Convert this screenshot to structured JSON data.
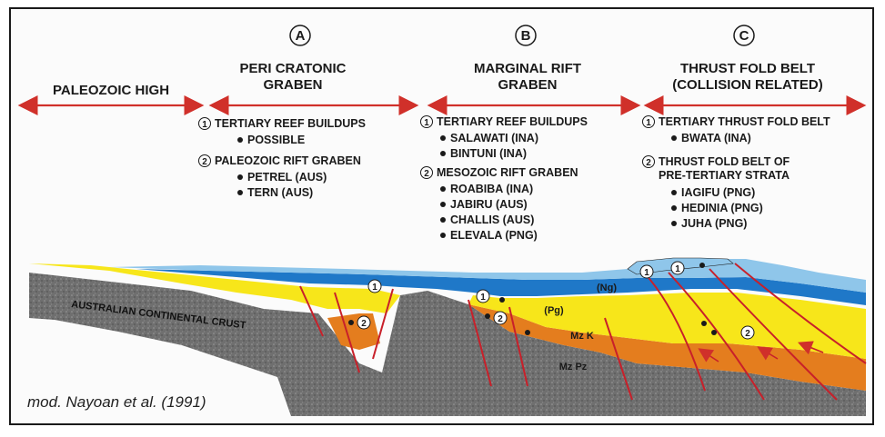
{
  "columns": [
    {
      "letter": "A"
    },
    {
      "letter": "B"
    },
    {
      "letter": "C"
    }
  ],
  "headers": {
    "paleozoic": "PALEOZOIC HIGH",
    "peri_1": "PERI CRATONIC",
    "peri_2": "GRABEN",
    "marginal_1": "MARGINAL RIFT",
    "marginal_2": "GRABEN",
    "thrust_1": "THRUST FOLD BELT",
    "thrust_2": "(COLLISION RELATED)"
  },
  "col_a": {
    "item1_num": "1",
    "item1": "TERTIARY REEF BUILDUPS",
    "item1_sub": [
      "POSSIBLE"
    ],
    "item2_num": "2",
    "item2": "PALEOZOIC RIFT GRABEN",
    "item2_sub": [
      "PETREL (AUS)",
      "TERN (AUS)"
    ]
  },
  "col_b": {
    "item1_num": "1",
    "item1": "TERTIARY REEF BUILDUPS",
    "item1_sub": [
      "SALAWATI (INA)",
      "BINTUNI (INA)"
    ],
    "item2_num": "2",
    "item2": "MESOZOIC RIFT GRABEN",
    "item2_sub": [
      "ROABIBA (INA)",
      "JABIRU (AUS)",
      "CHALLIS (AUS)",
      "ELEVALA (PNG)"
    ]
  },
  "col_c": {
    "item1_num": "1",
    "item1": "TERTIARY THRUST FOLD BELT",
    "item1_sub": [
      "BWATA (INA)"
    ],
    "item2_num": "2",
    "item2_line1": "THRUST FOLD BELT OF",
    "item2_line2": "PRE-TERTIARY STRATA",
    "item2_sub": [
      "IAGIFU (PNG)",
      "HEDINIA (PNG)",
      "JUHA (PNG)"
    ]
  },
  "section": {
    "crust_label": "AUSTRALIAN CONTINENTAL CRUST",
    "layers": {
      "ng": "(Ng)",
      "pg": "(Pg)",
      "mzk": "Mz K",
      "mzpz": "Mz Pz"
    },
    "markers": [
      "1",
      "2",
      "1",
      "2",
      "1",
      "1",
      "2"
    ]
  },
  "credit": "mod. Nayoan et al. (1991)",
  "colors": {
    "arrow": "#d0302a",
    "ng": "#8fc6ea",
    "pg": "#1f78c8",
    "mzk": "#f7e61a",
    "mzpz": "#e47d1e",
    "crust": "#6f6f6f",
    "fault": "#c8202a"
  }
}
